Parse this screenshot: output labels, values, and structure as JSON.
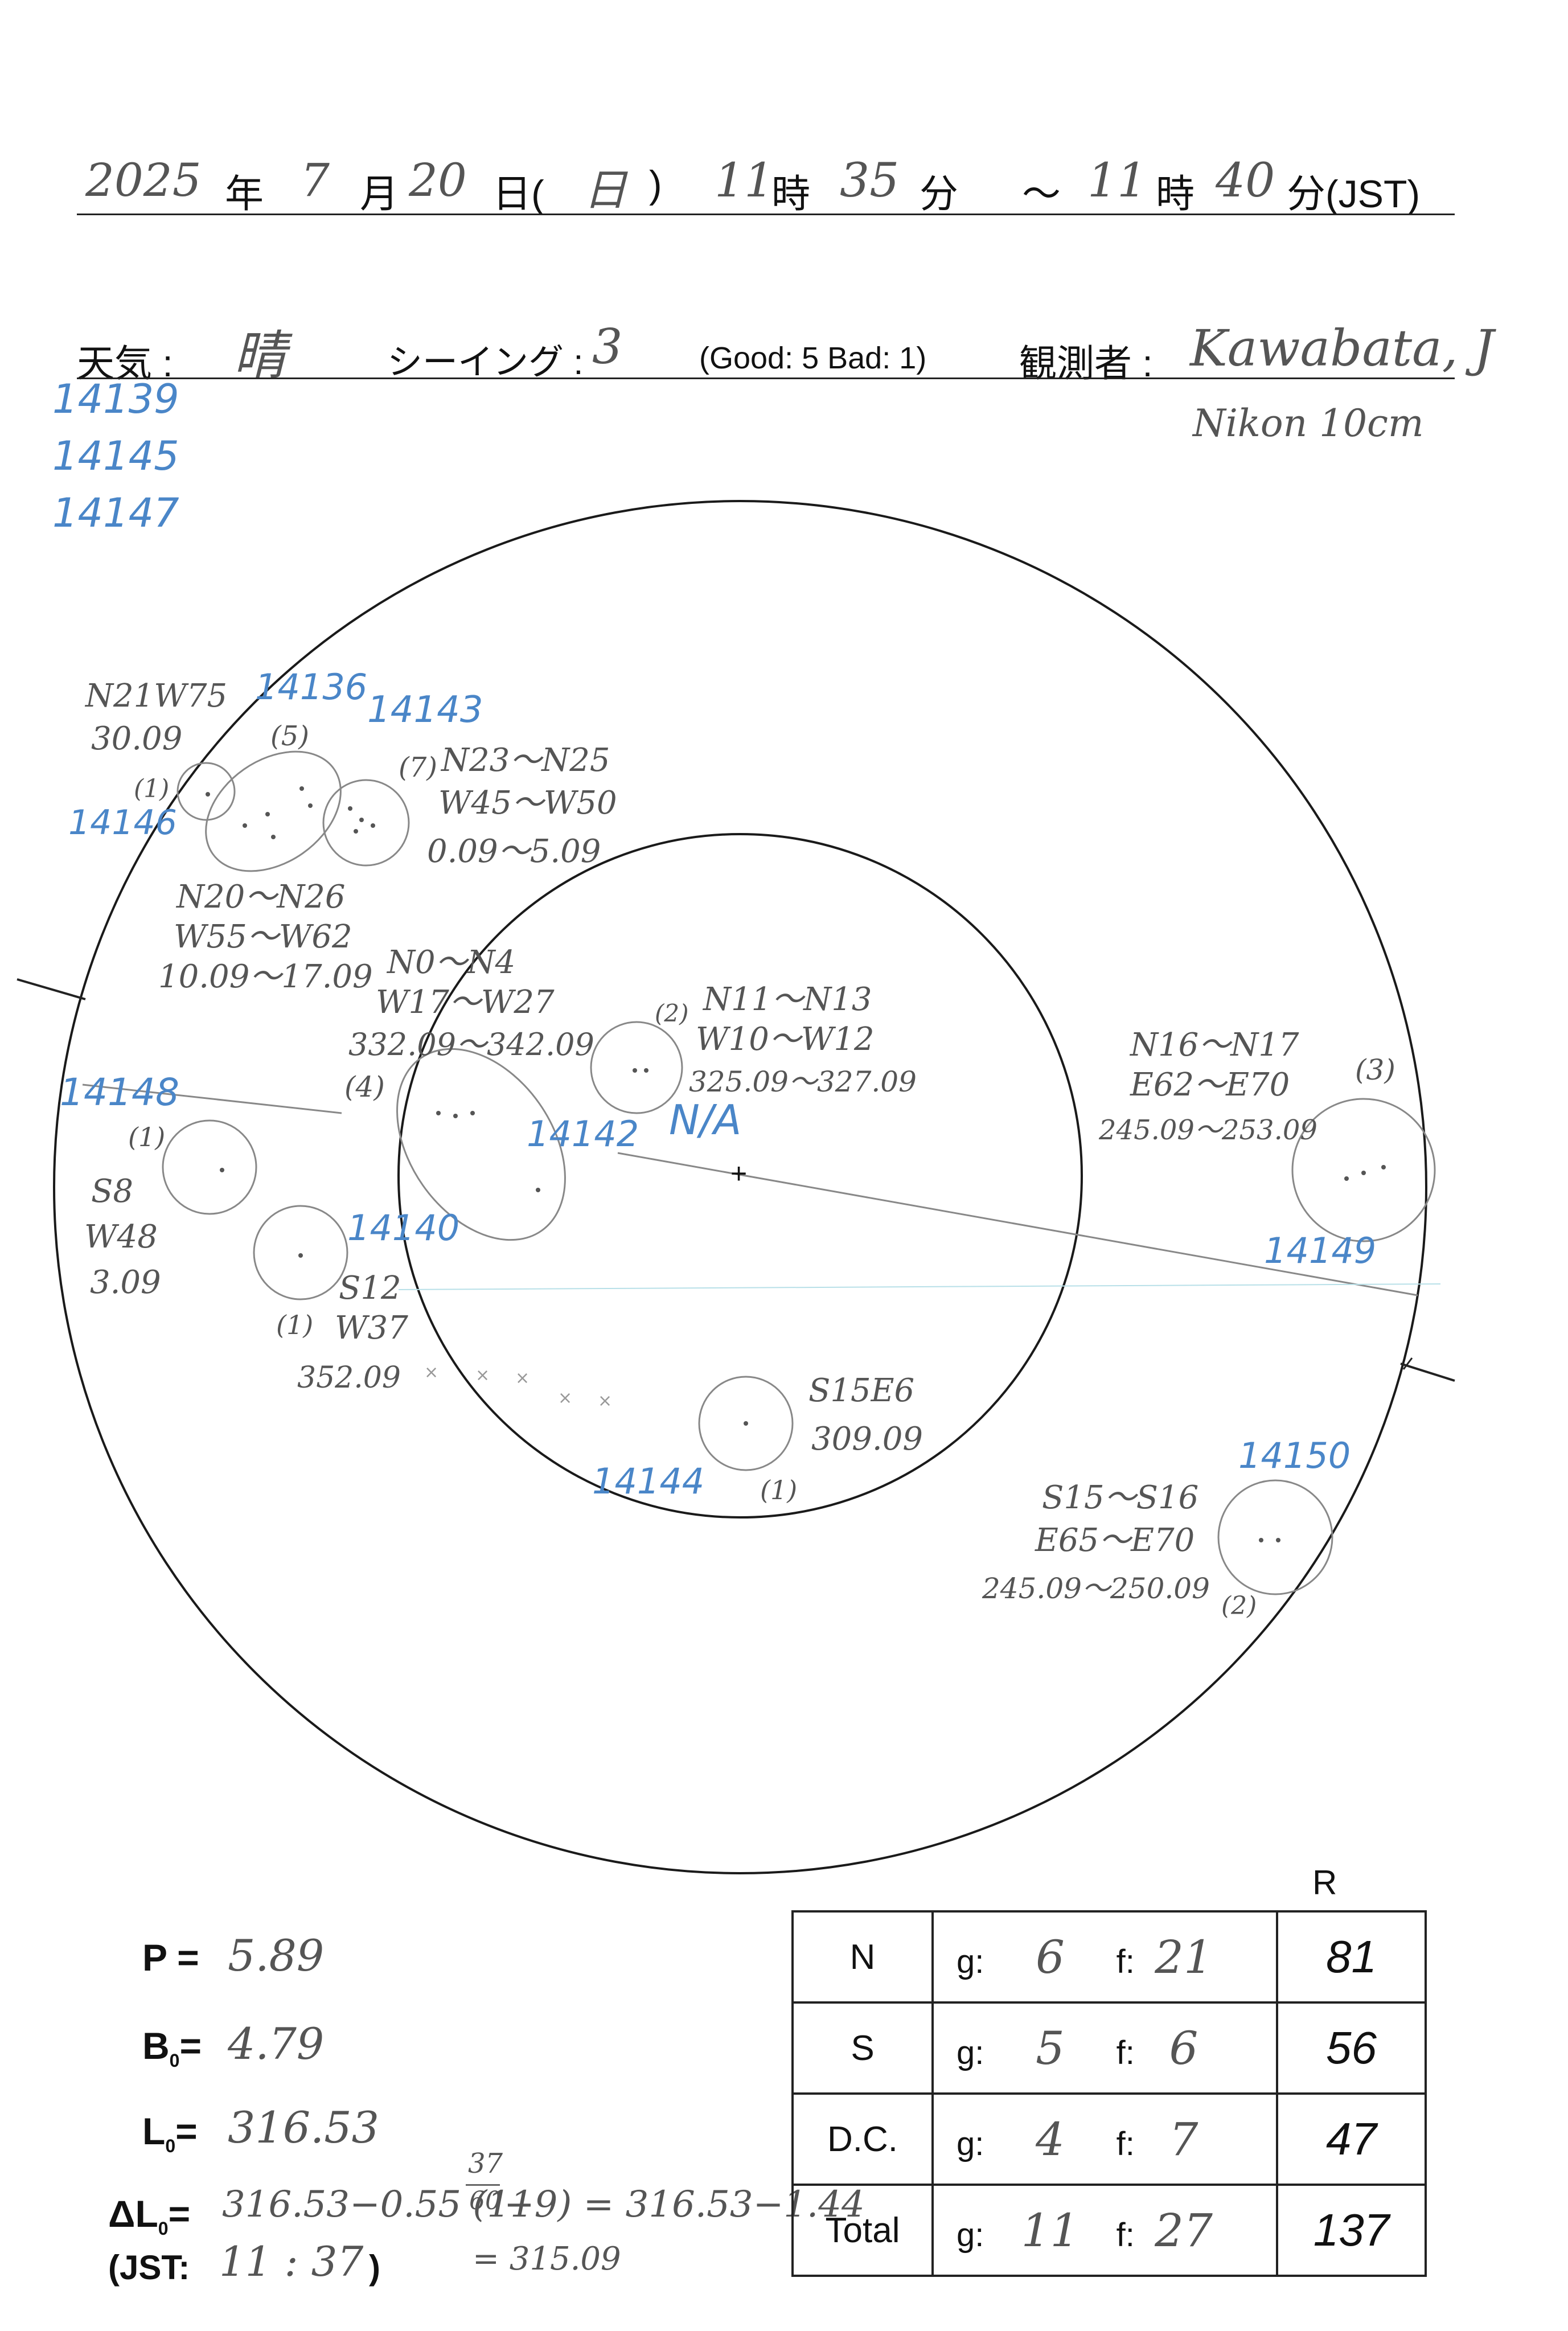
{
  "header": {
    "year": "2025",
    "year_unit": "年",
    "month": "7",
    "month_unit": "月",
    "day": "20",
    "day_unit": "日(",
    "weekday": "日",
    "weekday_close": ")",
    "start_hour": "11",
    "hour_unit": "時",
    "start_min": "35",
    "min_unit": "分",
    "tilde": "～",
    "end_hour": "11",
    "end_hour_unit": "時",
    "end_min": "40",
    "end_min_unit": "分(JST)"
  },
  "conditions": {
    "weather_label": "天気 :",
    "weather_value": "晴",
    "seeing_label": "シーイング :",
    "seeing_value": "3",
    "scale_note": "(Good: 5  Bad: 1)",
    "observer_label": "観測者 :",
    "observer_value": "Kawabata, J",
    "instrument": "Nikon 10cm"
  },
  "side_regions": [
    "14139",
    "14145",
    "14147"
  ],
  "disk": {
    "center_mark": "+",
    "no_active_label": "N/A",
    "groups": [
      {
        "region": "14136",
        "count": "(5)",
        "lat": "N20～N26",
        "lon": "W55～W62",
        "lng": "10.09～17.09"
      },
      {
        "region": "14143",
        "count": "(7)",
        "lat": "N23～N25",
        "lon": "W45～W50",
        "lng": "0.09～5.09"
      },
      {
        "region": "14146",
        "count": "(1)",
        "lat": "N21W75",
        "lon": "",
        "lng": "30.09"
      },
      {
        "region": "14142",
        "count": "(4)",
        "lat": "N0～N4",
        "lon": "W17～W27",
        "lng": "332.09～342.09"
      },
      {
        "region": "",
        "count": "(2)",
        "lat": "N11～N13",
        "lon": "W10～W12",
        "lng": "325.09～327.09"
      },
      {
        "region": "14149",
        "count": "(3)",
        "lat": "N16～N17",
        "lon": "E62～E70",
        "lng": "245.09～253.09"
      },
      {
        "region": "14148",
        "count": "(1)",
        "lat": "S8",
        "lon": "W48",
        "lng": "3.09"
      },
      {
        "region": "14140",
        "count": "(1)",
        "lat": "S12",
        "lon": "W37",
        "lng": "352.09"
      },
      {
        "region": "14144",
        "count": "(1)",
        "lat": "S15E6",
        "lon": "",
        "lng": "309.09"
      },
      {
        "region": "14150",
        "count": "(2)",
        "lat": "S15～S16",
        "lon": "E65～E70",
        "lng": "245.09～250.09"
      }
    ]
  },
  "params": {
    "p_label": "P =",
    "p_value": "5.89",
    "b0_label": "B",
    "b0_sub": "0",
    "b0_eq": "=",
    "b0_value": "4.79",
    "l0_label": "L",
    "l0_sub": "0",
    "l0_eq": "=",
    "l0_value": "316.53",
    "dl0_label": "ΔL",
    "dl0_sub": "0",
    "dl0_eq": "=",
    "dl0_expr_a": "316.53−0.55 (11",
    "dl0_frac_num": "37",
    "dl0_frac_den": "60",
    "dl0_expr_b": "−9) = 316.53−1.44",
    "dl0_result": "= 315.09",
    "jst_label": "(JST:",
    "jst_value": "11 : 37",
    "jst_close": ")"
  },
  "counts": {
    "r_header": "R",
    "g_label": "g:",
    "f_label": "f:",
    "rows": [
      {
        "label": "N",
        "g": "6",
        "f": "21",
        "r": "81"
      },
      {
        "label": "S",
        "g": "5",
        "f": "6",
        "r": "56"
      },
      {
        "label": "D.C.",
        "g": "4",
        "f": "7",
        "r": "47"
      },
      {
        "label": "Total",
        "g": "11",
        "f": "27",
        "r": "137"
      }
    ]
  }
}
